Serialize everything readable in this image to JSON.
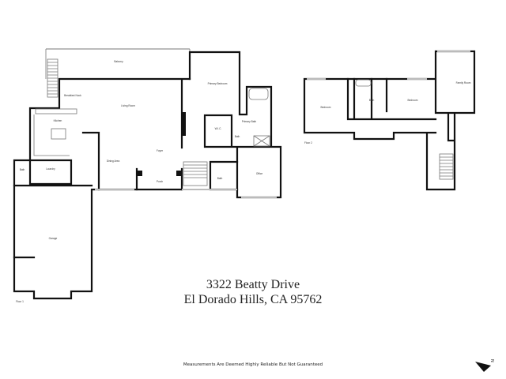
{
  "address": {
    "line1": "3322 Beatty Drive",
    "line2": "El Dorado Hills, CA  95762"
  },
  "disclaimer": "Measurements Are Deemed Highly Reliable But Not Guaranteed",
  "floor1": {
    "label": "Floor 1",
    "rooms": {
      "balcony": "Balcony",
      "breakfast_nook": "Breakfast Nook",
      "living_room": "Living Room",
      "kitchen": "Kitchen",
      "laundry": "Laundry",
      "bath_left": "Bath",
      "primary_bedroom": "Primary Bedroom",
      "primary_bath": "Primary Bath",
      "wic": "W.I.C.",
      "bath_primary_wc": "Bath",
      "foyer": "Foyer",
      "dining_area": "Dining Area",
      "porch": "Porch",
      "bath_hall": "Bath",
      "office": "Office",
      "garage": "Garage"
    }
  },
  "floor2": {
    "label": "Floor 2",
    "rooms": {
      "bedroom_left": "Bedroom",
      "bath": "Bath",
      "bedroom_right": "Bedroom",
      "family_room": "Family Room"
    }
  },
  "compass": {
    "icon": "north-arrow-icon",
    "letter": "N"
  }
}
